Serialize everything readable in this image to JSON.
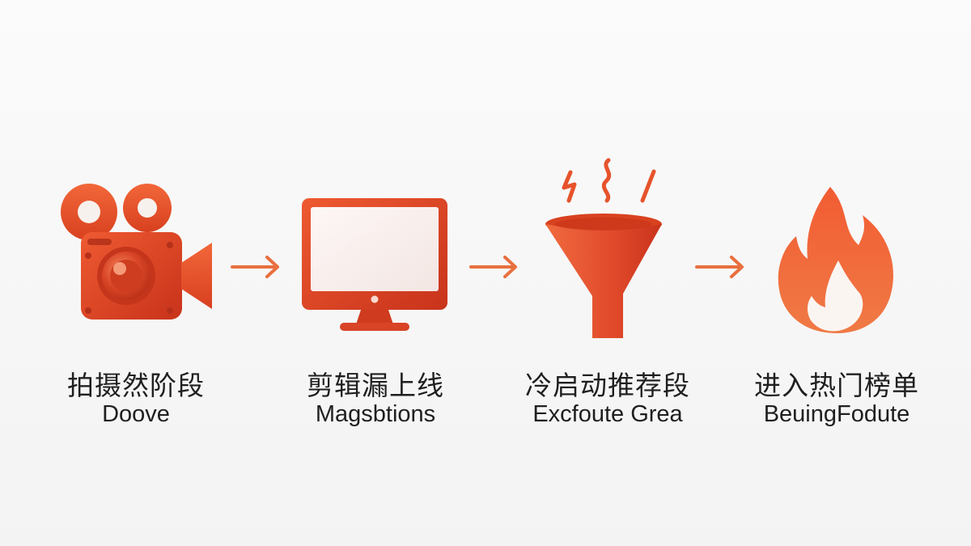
{
  "stages": [
    {
      "title": "拍摄然阶段",
      "subtitle": "Doove",
      "icon": "video-camera-icon"
    },
    {
      "title": "剪辑漏上线",
      "subtitle": "Magsbtions",
      "icon": "monitor-icon"
    },
    {
      "title": "冷启动推荐段",
      "subtitle": "Excfoute Grea",
      "icon": "funnel-icon"
    },
    {
      "title": "进入热门榜单",
      "subtitle": "BeuingFodute",
      "icon": "flame-icon"
    }
  ],
  "arrows": [
    "arrow-right-icon",
    "arrow-right-icon",
    "arrow-right-icon"
  ],
  "colors": {
    "accent": "#e8552d",
    "accent_dark": "#c9381f",
    "accent_light": "#f47a4c",
    "text": "#1f1f1f"
  }
}
